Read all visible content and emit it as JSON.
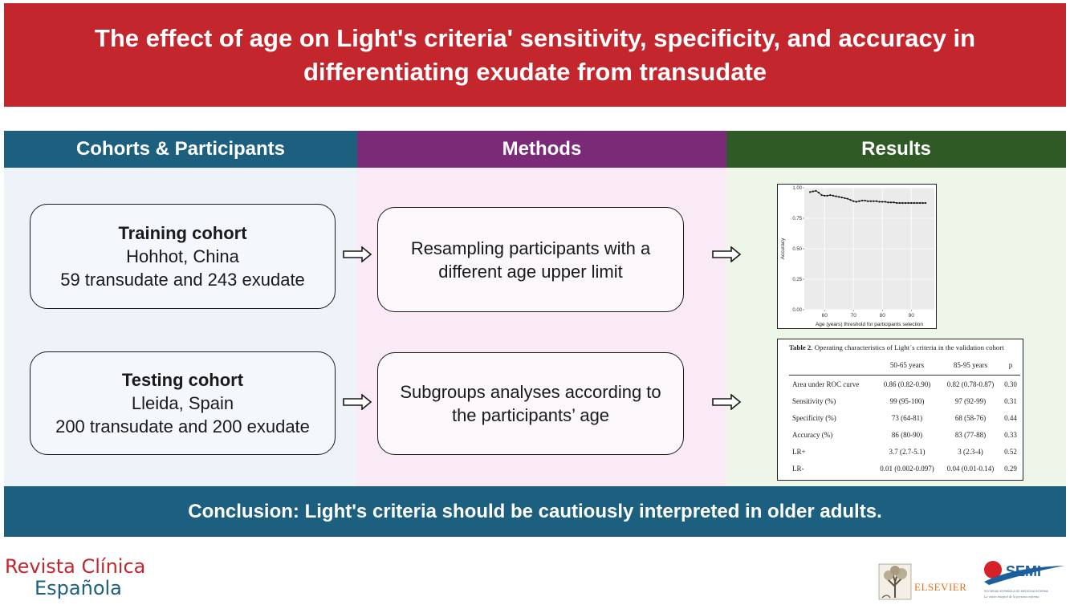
{
  "title": {
    "line1": "The effect of age on Light's criteria' sensitivity, specificity, and accuracy in",
    "line2": "differentiating exudate from transudate"
  },
  "columns": {
    "cohorts": "Cohorts & Participants",
    "methods": "Methods",
    "results": "Results"
  },
  "colors": {
    "title_bg": "#c4262e",
    "cohorts_header": "#1c5f7e",
    "methods_header": "#7a2a77",
    "results_header": "#2f5a26",
    "cohorts_bg": "#eef3f9",
    "methods_bg": "#f9eaf5",
    "results_bg": "#eef5e9"
  },
  "training": {
    "heading": "Training cohort",
    "location": "Hohhot, China",
    "counts": "59 transudate and 243 exudate"
  },
  "testing": {
    "heading": "Testing cohort",
    "location": "Lleida, Spain",
    "counts": "200 transudate and 200 exudate"
  },
  "methods": {
    "m1_line1": "Resampling participants with a",
    "m1_line2": "different age upper limit",
    "m2_line1": "Subgroups analyses according to",
    "m2_line2": "the participants’ age"
  },
  "chart_data": {
    "type": "line",
    "title": "",
    "xlabel": "Age (years) threshold for participants selection",
    "ylabel": "Accuracy",
    "xlim": [
      53,
      98
    ],
    "ylim": [
      0,
      1
    ],
    "x_ticks": [
      "60",
      "70",
      "80",
      "90"
    ],
    "y_ticks": [
      "0.00",
      "0.25",
      "0.50",
      "0.75",
      "1.00"
    ],
    "grid": true,
    "x": [
      55,
      56,
      57,
      58,
      59,
      60,
      61,
      62,
      63,
      64,
      65,
      66,
      67,
      68,
      69,
      70,
      71,
      72,
      73,
      74,
      75,
      76,
      77,
      78,
      79,
      80,
      81,
      82,
      83,
      84,
      85,
      86,
      87,
      88,
      89,
      90,
      91,
      92,
      93,
      94,
      95
    ],
    "y": [
      0.965,
      0.97,
      0.975,
      0.96,
      0.94,
      0.935,
      0.935,
      0.94,
      0.935,
      0.93,
      0.925,
      0.92,
      0.915,
      0.91,
      0.9,
      0.89,
      0.885,
      0.89,
      0.895,
      0.895,
      0.89,
      0.89,
      0.89,
      0.89,
      0.885,
      0.885,
      0.885,
      0.88,
      0.88,
      0.88,
      0.875,
      0.875,
      0.875,
      0.875,
      0.875,
      0.875,
      0.875,
      0.875,
      0.875,
      0.875,
      0.875
    ]
  },
  "table": {
    "caption_bold": "Table 2",
    "caption_rest": ". Operating characteristics of Light´s criteria in the validation cohort",
    "headers": [
      "",
      "50-65 years",
      "85-95 years",
      "p"
    ],
    "rows": [
      [
        "Area under ROC curve",
        "0.86 (0.82-0.90)",
        "0.82 (0.78-0.87)",
        "0.30"
      ],
      [
        "Sensitivity (%)",
        "99 (95-100)",
        "97 (92-99)",
        "0.31"
      ],
      [
        "Specificity (%)",
        "73 (64-81)",
        "68 (58-76)",
        "0.44"
      ],
      [
        "Accuracy (%)",
        "86 (80-90)",
        "83 (77-88)",
        "0.33"
      ],
      [
        "LR+",
        "3.7 (2.7-5.1)",
        "3 (2.3-4)",
        "0.52"
      ],
      [
        "LR-",
        "0.01 (0.002-0.097)",
        "0.04 (0.01-0.14)",
        "0.29"
      ]
    ]
  },
  "conclusion": "Conclusion: Light's criteria should be cautiously interpreted in older adults.",
  "footer": {
    "journal_line1": "Revista Clínica",
    "journal_line2": "Española",
    "publisher": "ELSEVIER",
    "society": "SEMI",
    "society_tagline1": "SOCIEDAD ESPAÑOLA DE MEDICINA INTERNA",
    "society_tagline2": "La visión integral de la persona enferma"
  }
}
